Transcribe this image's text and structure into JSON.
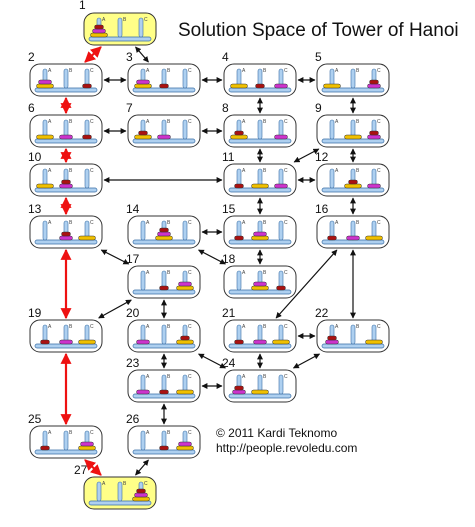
{
  "title": "Solution Space of Tower of Hanoi",
  "copyright": {
    "line1": "© 2011 Kardi Teknomo",
    "line2": "http://people.revoledu.com"
  },
  "peg_labels": [
    "A",
    "B",
    "C"
  ],
  "disk_colors": {
    "large": "#f0c000",
    "medium": "#cc33cc",
    "small": "#aa1111"
  },
  "colors": {
    "state_box": "#ffffff",
    "highlight_box": "#ffff88",
    "box_border": "#333333",
    "peg": "#aed0f0",
    "base": "#aed0f0",
    "optimal_path": "#ee1111",
    "edge": "#111111"
  },
  "states": [
    {
      "id": "1",
      "highlight": true,
      "pegs": [
        [
          "large",
          "medium",
          "small"
        ],
        [],
        []
      ]
    },
    {
      "id": "2",
      "highlight": false,
      "pegs": [
        [
          "large",
          "medium"
        ],
        [],
        [
          "small"
        ]
      ]
    },
    {
      "id": "3",
      "highlight": false,
      "pegs": [
        [
          "large",
          "medium"
        ],
        [
          "small"
        ],
        []
      ]
    },
    {
      "id": "4",
      "highlight": false,
      "pegs": [
        [
          "large"
        ],
        [
          "small"
        ],
        [
          "medium"
        ]
      ]
    },
    {
      "id": "5",
      "highlight": false,
      "pegs": [
        [
          "large"
        ],
        [],
        [
          "medium",
          "small"
        ]
      ]
    },
    {
      "id": "6",
      "highlight": false,
      "pegs": [
        [
          "large"
        ],
        [
          "medium"
        ],
        [
          "small"
        ]
      ]
    },
    {
      "id": "7",
      "highlight": false,
      "pegs": [
        [
          "large",
          "small"
        ],
        [
          "medium"
        ],
        []
      ]
    },
    {
      "id": "8",
      "highlight": false,
      "pegs": [
        [
          "large",
          "small"
        ],
        [],
        [
          "medium"
        ]
      ]
    },
    {
      "id": "9",
      "highlight": false,
      "pegs": [
        [],
        [
          "large"
        ],
        [
          "medium",
          "small"
        ]
      ]
    },
    {
      "id": "10",
      "highlight": false,
      "pegs": [
        [
          "large"
        ],
        [
          "medium",
          "small"
        ],
        []
      ]
    },
    {
      "id": "11",
      "highlight": false,
      "pegs": [
        [
          "small"
        ],
        [
          "large"
        ],
        [
          "medium"
        ]
      ]
    },
    {
      "id": "12",
      "highlight": false,
      "pegs": [
        [],
        [
          "large",
          "small"
        ],
        [
          "medium"
        ]
      ]
    },
    {
      "id": "13",
      "highlight": false,
      "pegs": [
        [],
        [
          "medium",
          "small"
        ],
        [
          "large"
        ]
      ]
    },
    {
      "id": "14",
      "highlight": false,
      "pegs": [
        [],
        [
          "large",
          "medium",
          "small"
        ],
        []
      ]
    },
    {
      "id": "15",
      "highlight": false,
      "pegs": [
        [
          "small"
        ],
        [
          "large",
          "medium"
        ],
        []
      ]
    },
    {
      "id": "16",
      "highlight": false,
      "pegs": [
        [
          "small"
        ],
        [
          "medium"
        ],
        [
          "large"
        ]
      ]
    },
    {
      "id": "17",
      "highlight": false,
      "pegs": [
        [],
        [
          "small"
        ],
        [
          "large",
          "medium"
        ]
      ]
    },
    {
      "id": "18",
      "highlight": false,
      "pegs": [
        [],
        [
          "large",
          "medium"
        ],
        [
          "small"
        ]
      ]
    },
    {
      "id": "19",
      "highlight": false,
      "pegs": [
        [
          "small"
        ],
        [
          "medium"
        ],
        [
          "large"
        ]
      ]
    },
    {
      "id": "20",
      "highlight": false,
      "pegs": [
        [
          "medium"
        ],
        [],
        [
          "large",
          "small"
        ]
      ]
    },
    {
      "id": "21",
      "highlight": false,
      "pegs": [
        [
          "small"
        ],
        [
          "medium"
        ],
        [
          "large"
        ]
      ]
    },
    {
      "id": "22",
      "highlight": false,
      "pegs": [
        [
          "medium",
          "small"
        ],
        [],
        [
          "large"
        ]
      ]
    },
    {
      "id": "23",
      "highlight": false,
      "pegs": [
        [
          "medium"
        ],
        [
          "small"
        ],
        [
          "large"
        ]
      ]
    },
    {
      "id": "24",
      "highlight": false,
      "pegs": [
        [
          "medium",
          "small"
        ],
        [
          "large"
        ],
        []
      ]
    },
    {
      "id": "25",
      "highlight": false,
      "pegs": [
        [
          "small"
        ],
        [],
        [
          "large",
          "medium"
        ]
      ]
    },
    {
      "id": "26",
      "highlight": false,
      "pegs": [
        [],
        [
          "small"
        ],
        [
          "large",
          "medium"
        ]
      ]
    },
    {
      "id": "27",
      "highlight": true,
      "pegs": [
        [],
        [],
        [
          "large",
          "medium",
          "small"
        ]
      ]
    }
  ],
  "optimal_edges": [
    [
      "1",
      "2"
    ],
    [
      "2",
      "6"
    ],
    [
      "6",
      "10"
    ],
    [
      "10",
      "13"
    ],
    [
      "13",
      "19"
    ],
    [
      "19",
      "25"
    ],
    [
      "25",
      "27"
    ]
  ],
  "edges": [
    [
      "1",
      "3"
    ],
    [
      "2",
      "3"
    ],
    [
      "3",
      "4"
    ],
    [
      "4",
      "5"
    ],
    [
      "5",
      "9"
    ],
    [
      "6",
      "7"
    ],
    [
      "7",
      "8"
    ],
    [
      "4",
      "8"
    ],
    [
      "8",
      "11"
    ],
    [
      "9",
      "11"
    ],
    [
      "10",
      "11"
    ],
    [
      "11",
      "12"
    ],
    [
      "9",
      "12"
    ],
    [
      "12",
      "16"
    ],
    [
      "11",
      "15"
    ],
    [
      "14",
      "15"
    ],
    [
      "14",
      "18"
    ],
    [
      "13",
      "17"
    ],
    [
      "15",
      "18"
    ],
    [
      "16",
      "22"
    ],
    [
      "16",
      "21"
    ],
    [
      "17",
      "20"
    ],
    [
      "19",
      "17"
    ],
    [
      "20",
      "24"
    ],
    [
      "21",
      "24"
    ],
    [
      "21",
      "22"
    ],
    [
      "22",
      "24"
    ],
    [
      "23",
      "24"
    ],
    [
      "23",
      "26"
    ],
    [
      "20",
      "23"
    ],
    [
      "26",
      "27"
    ]
  ]
}
